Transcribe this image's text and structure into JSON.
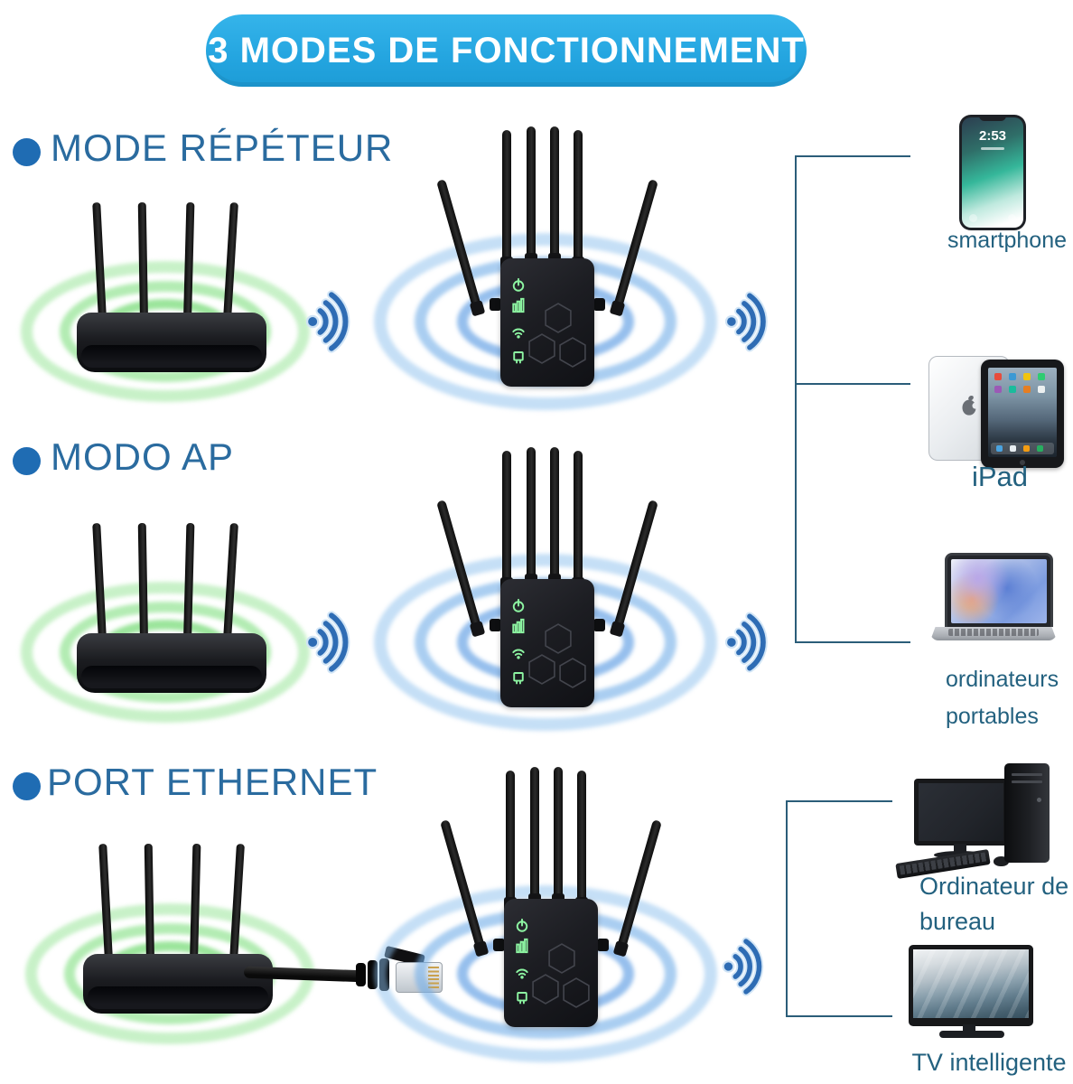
{
  "banner": {
    "title": "3 MODES DE FONCTIONNEMENT"
  },
  "sections": [
    {
      "title": "MODE RÉPÉTEUR"
    },
    {
      "title": "MODO AP"
    },
    {
      "title": "PORT ETHERNET"
    }
  ],
  "devices": [
    {
      "label": "smartphone"
    },
    {
      "label": "iPad"
    },
    {
      "label": "ordinateurs portables"
    },
    {
      "label": "Ordinateur de bureau"
    },
    {
      "label": "TV intelligente"
    }
  ],
  "phone": {
    "time": "2:53"
  },
  "colors": {
    "banner_bg": "#29a9e1",
    "heading_text": "#2a6b9f",
    "bullet": "#1f6cb3",
    "label_text": "#23617f",
    "wave_green": "#8ce08c",
    "wave_blue": "#71aee8",
    "wifi_icon_blue": "#2e6cb4",
    "bracket_line": "#2b5d79",
    "led_green": "#8df5a2"
  },
  "icons": {
    "wifi-signal-icon": "three arcs radiating right from a dot",
    "power-led-icon": "green power symbol",
    "signal-led-icon": "green signal bars",
    "wps-led-icon": "green wifi arcs",
    "lan-led-icon": "green ethernet port",
    "apple-logo-icon": "apple silhouette"
  }
}
